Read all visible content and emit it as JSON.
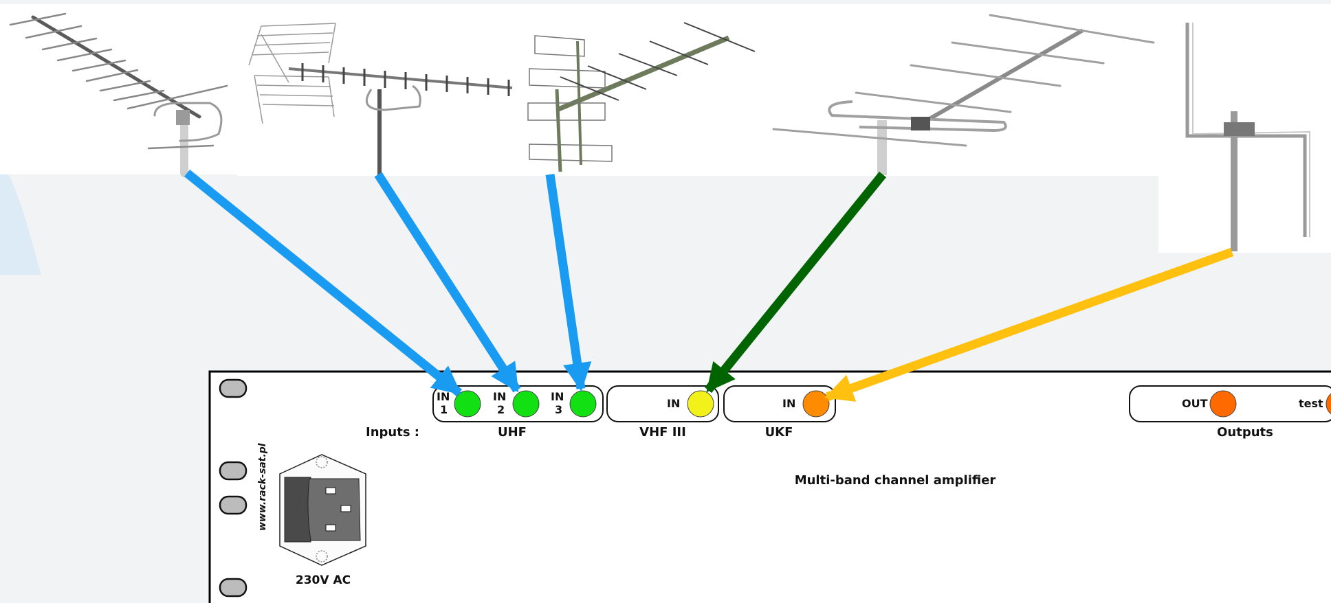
{
  "colors": {
    "uhf_port": "#13e013",
    "vhf_port": "#f2f21a",
    "ukf_port": "#ff8c00",
    "uhf_arrow": "#1a9bf2",
    "vhf_arrow": "#006400",
    "ukf_arrow": "#ffc010"
  },
  "panel": {
    "inputs_label": "Inputs :",
    "ports": {
      "uhf_in1": {
        "line1": "IN",
        "line2": "1"
      },
      "uhf_in2": {
        "line1": "IN",
        "line2": "2"
      },
      "uhf_in3": {
        "line1": "IN",
        "line2": "3"
      },
      "vhf_in": "IN",
      "ukf_in": "IN",
      "out": "OUT",
      "test": "test"
    },
    "group_labels": {
      "uhf": "UHF",
      "vhf": "VHF III",
      "ukf": "UKF",
      "outputs": "Outputs"
    },
    "title": "Multi-band channel amplifier",
    "website": "www.rack-sat.pl",
    "power_label": "230V AC"
  },
  "antennas": [
    {
      "name": "uhf-yagi-antenna-1",
      "type": "yagi"
    },
    {
      "name": "uhf-grid-yagi-antenna",
      "type": "grid-yagi"
    },
    {
      "name": "uhf-combo-antenna",
      "type": "combo"
    },
    {
      "name": "vhf-band-iii-yagi-antenna",
      "type": "yagi"
    },
    {
      "name": "ukf-dipole-antenna",
      "type": "dipole"
    }
  ],
  "connections": [
    {
      "from": "uhf-yagi-antenna-1",
      "to": "UHF IN 1",
      "color": "#1a9bf2"
    },
    {
      "from": "uhf-grid-yagi-antenna",
      "to": "UHF IN 2",
      "color": "#1a9bf2"
    },
    {
      "from": "uhf-combo-antenna",
      "to": "UHF IN 3",
      "color": "#1a9bf2"
    },
    {
      "from": "vhf-band-iii-yagi-antenna",
      "to": "VHF III IN",
      "color": "#006400"
    },
    {
      "from": "ukf-dipole-antenna",
      "to": "UKF IN",
      "color": "#ffc010"
    }
  ]
}
